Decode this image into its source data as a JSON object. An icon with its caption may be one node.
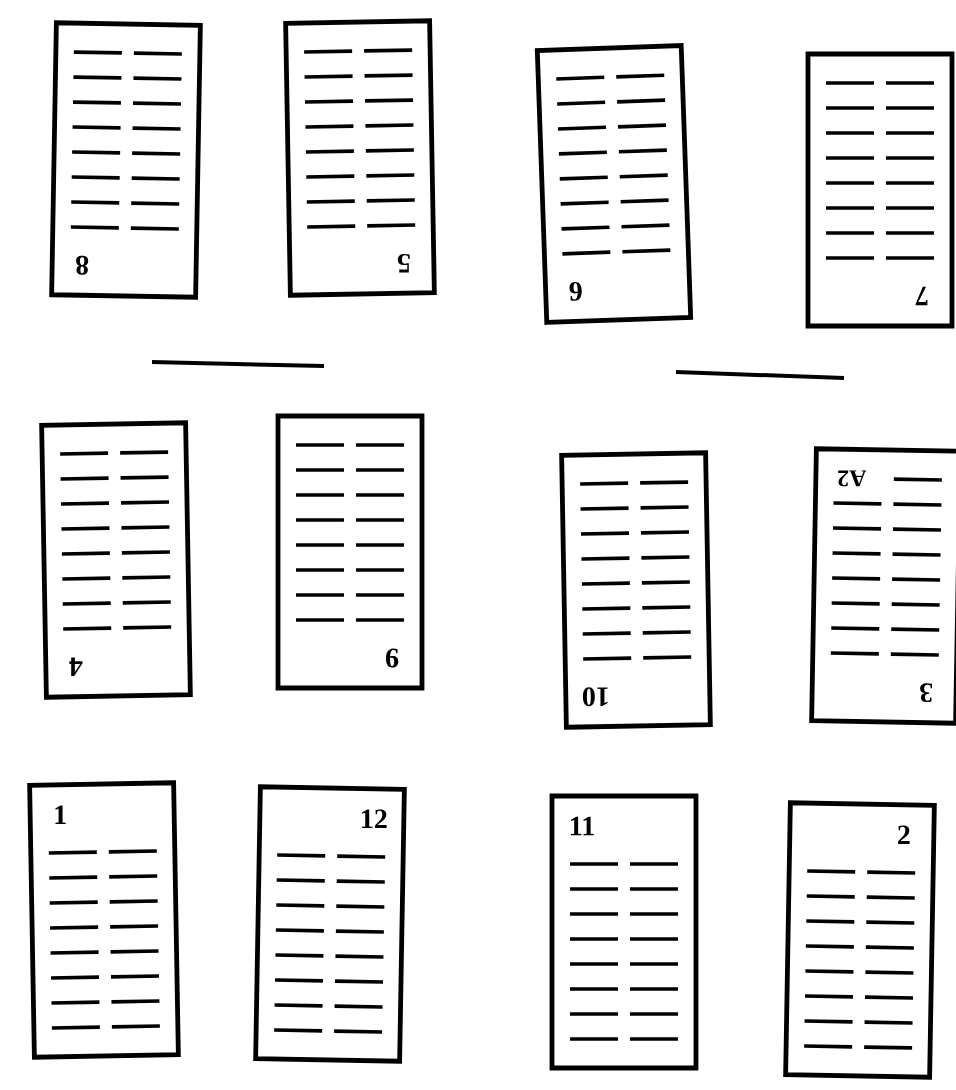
{
  "diagram": {
    "nodes": [
      {
        "text": [
          "8"
        ]
      },
      {
        "text": [
          "5"
        ]
      },
      {
        "text": [
          "6"
        ]
      },
      {
        "text": [
          "7"
        ]
      },
      {
        "text": [
          "4"
        ]
      },
      {
        "text": [
          "9"
        ]
      },
      {
        "text": [
          "10"
        ]
      },
      {
        "text": [
          "3",
          "A2"
        ]
      },
      {
        "text": [
          "1"
        ]
      },
      {
        "text": [
          "12"
        ]
      },
      {
        "text": [
          "11"
        ]
      },
      {
        "text": [
          "2"
        ]
      }
    ]
  }
}
